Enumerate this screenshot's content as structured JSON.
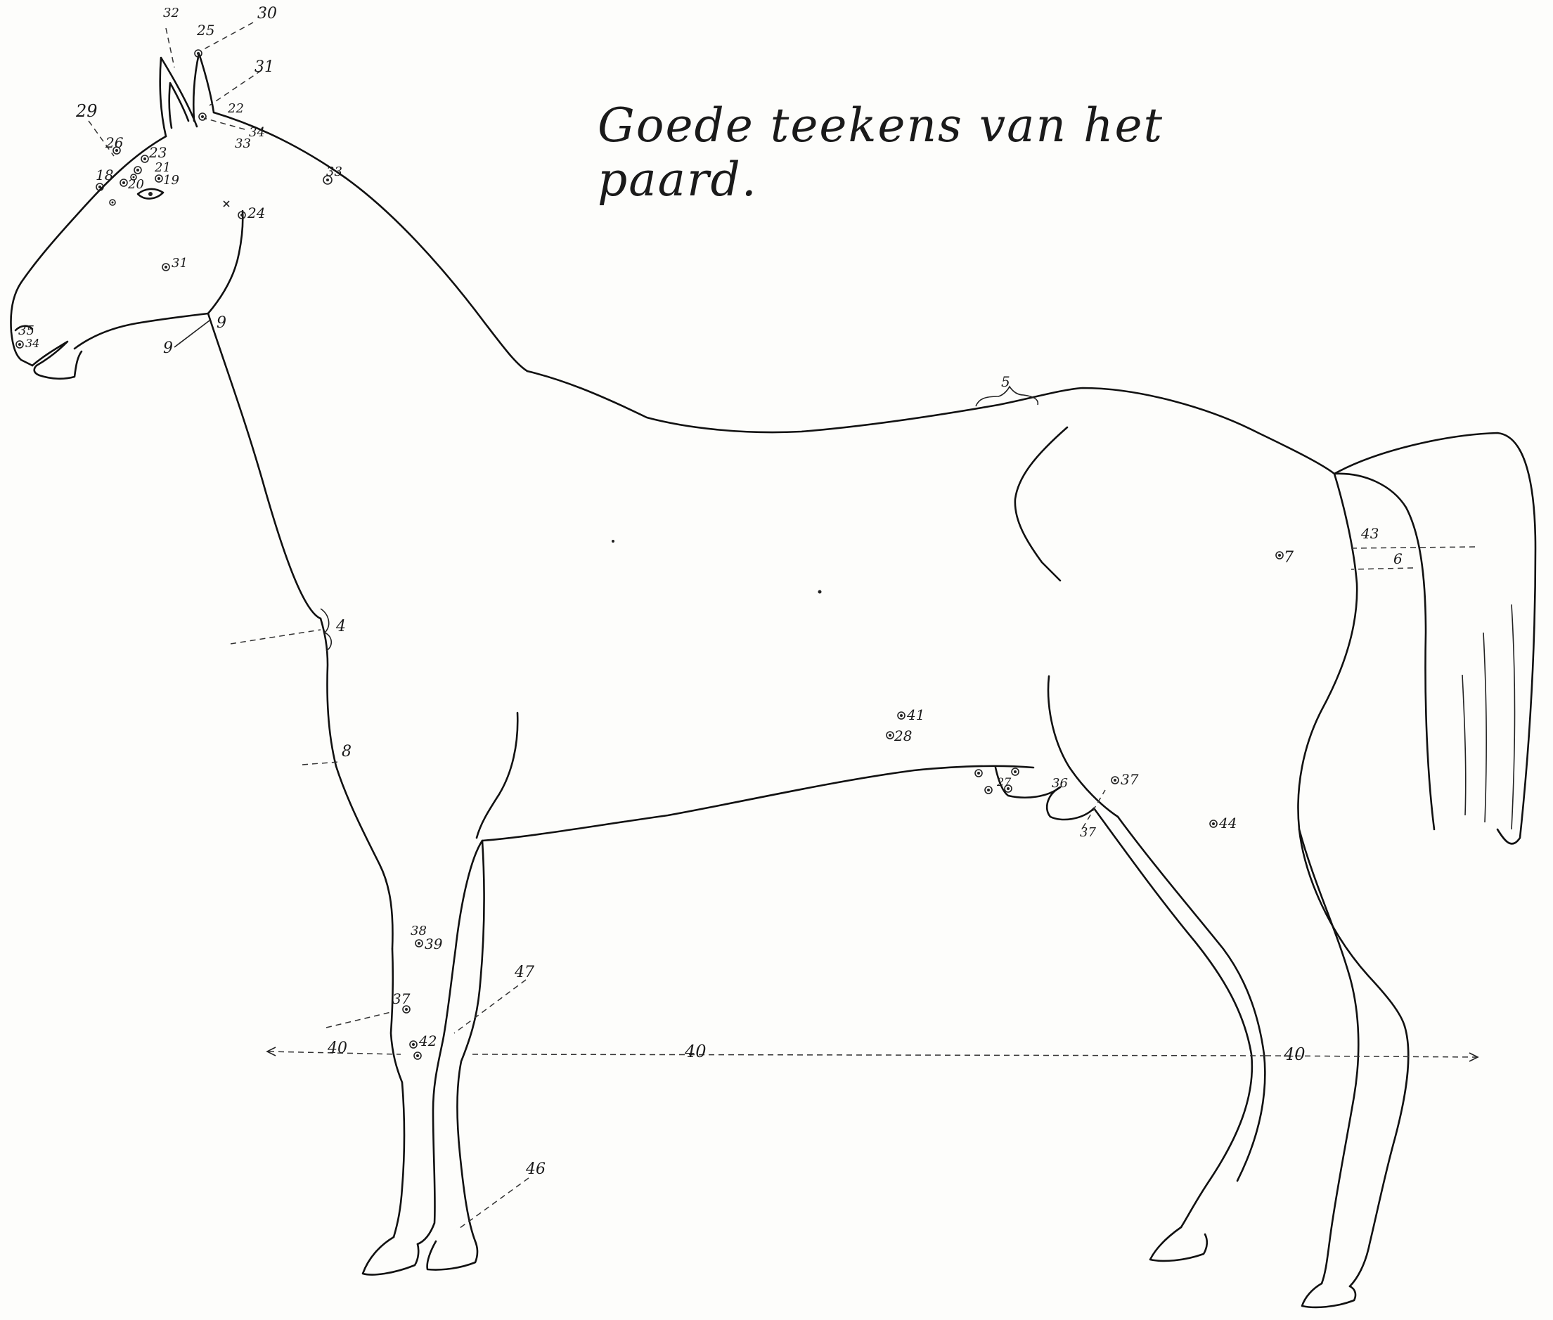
{
  "title": "Goede teekens van het paard.",
  "markers": [
    {
      "id": "m-32",
      "label": "32"
    },
    {
      "id": "m-25a",
      "label": "25"
    },
    {
      "id": "m-30",
      "label": "30"
    },
    {
      "id": "m-31a",
      "label": "31"
    },
    {
      "id": "m-22",
      "label": "22"
    },
    {
      "id": "m-34a",
      "label": "34"
    },
    {
      "id": "m-33a",
      "label": "33"
    },
    {
      "id": "m-33b",
      "label": "33"
    },
    {
      "id": "m-29",
      "label": "29"
    },
    {
      "id": "m-26",
      "label": "26"
    },
    {
      "id": "m-18",
      "label": "18"
    },
    {
      "id": "m-23",
      "label": "23"
    },
    {
      "id": "m-21",
      "label": "21"
    },
    {
      "id": "m-20",
      "label": "20"
    },
    {
      "id": "m-19",
      "label": "19"
    },
    {
      "id": "m-24",
      "label": "24"
    },
    {
      "id": "m-31b",
      "label": "31"
    },
    {
      "id": "m-35",
      "label": "35"
    },
    {
      "id": "m-34b",
      "label": "34"
    },
    {
      "id": "m-9a",
      "label": "9"
    },
    {
      "id": "m-9b",
      "label": "9"
    },
    {
      "id": "m-5",
      "label": "5"
    },
    {
      "id": "m-43",
      "label": "43"
    },
    {
      "id": "m-6",
      "label": "6"
    },
    {
      "id": "m-7",
      "label": "7"
    },
    {
      "id": "m-4",
      "label": "4"
    },
    {
      "id": "m-41",
      "label": "41"
    },
    {
      "id": "m-28",
      "label": "28"
    },
    {
      "id": "m-8",
      "label": "8"
    },
    {
      "id": "m-27",
      "label": "27"
    },
    {
      "id": "m-36",
      "label": "36"
    },
    {
      "id": "m-37a",
      "label": "37"
    },
    {
      "id": "m-37b",
      "label": "37"
    },
    {
      "id": "m-44",
      "label": "44"
    },
    {
      "id": "m-38",
      "label": "38"
    },
    {
      "id": "m-39",
      "label": "39"
    },
    {
      "id": "m-47",
      "label": "47"
    },
    {
      "id": "m-37c",
      "label": "37"
    },
    {
      "id": "m-42",
      "label": "42"
    },
    {
      "id": "m-40a",
      "label": "40"
    },
    {
      "id": "m-40b",
      "label": "40"
    },
    {
      "id": "m-40c",
      "label": "40"
    },
    {
      "id": "m-46",
      "label": "46"
    }
  ]
}
